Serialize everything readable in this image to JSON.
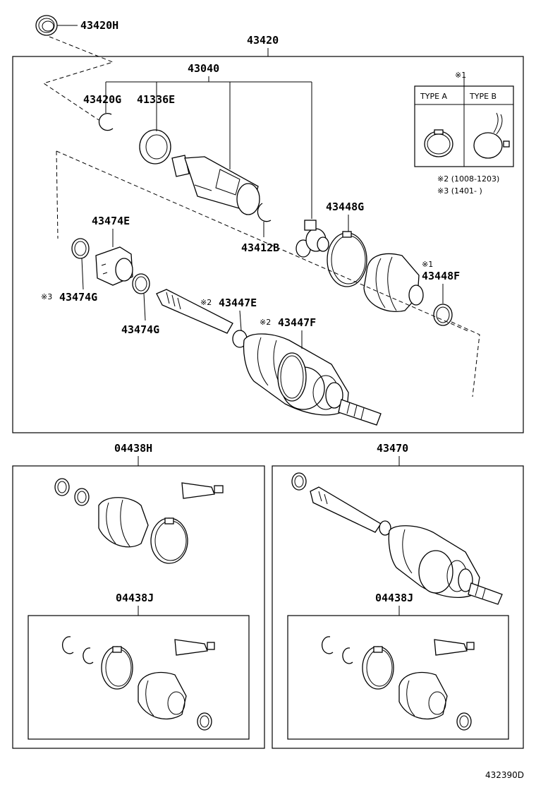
{
  "parts": {
    "p43420H": "43420H",
    "p43420": "43420",
    "p43040": "43040",
    "p43420G": "43420G",
    "p41336E": "41336E",
    "p43412B": "43412B",
    "p43448G": "43448G",
    "p43474E": "43474E",
    "p43448F": "43448F",
    "p43474G_a": "43474G",
    "p43474G_b": "43474G",
    "p43447E": "43447E",
    "p43447F": "43447F",
    "p04438H": "04438H",
    "p43470": "43470",
    "p04438J_a": "04438J",
    "p04438J_b": "04438J"
  },
  "marks": {
    "m1_legend": "※1",
    "m1_part": "※1",
    "m2_e": "※2",
    "m2_f": "※2",
    "m3_g": "※3"
  },
  "legend": {
    "type_a": "TYPE A",
    "type_b": "TYPE B",
    "note2": "※2 (1008-1203)",
    "note3": "※3 (1401-        )"
  },
  "diagram_code": "432390D"
}
